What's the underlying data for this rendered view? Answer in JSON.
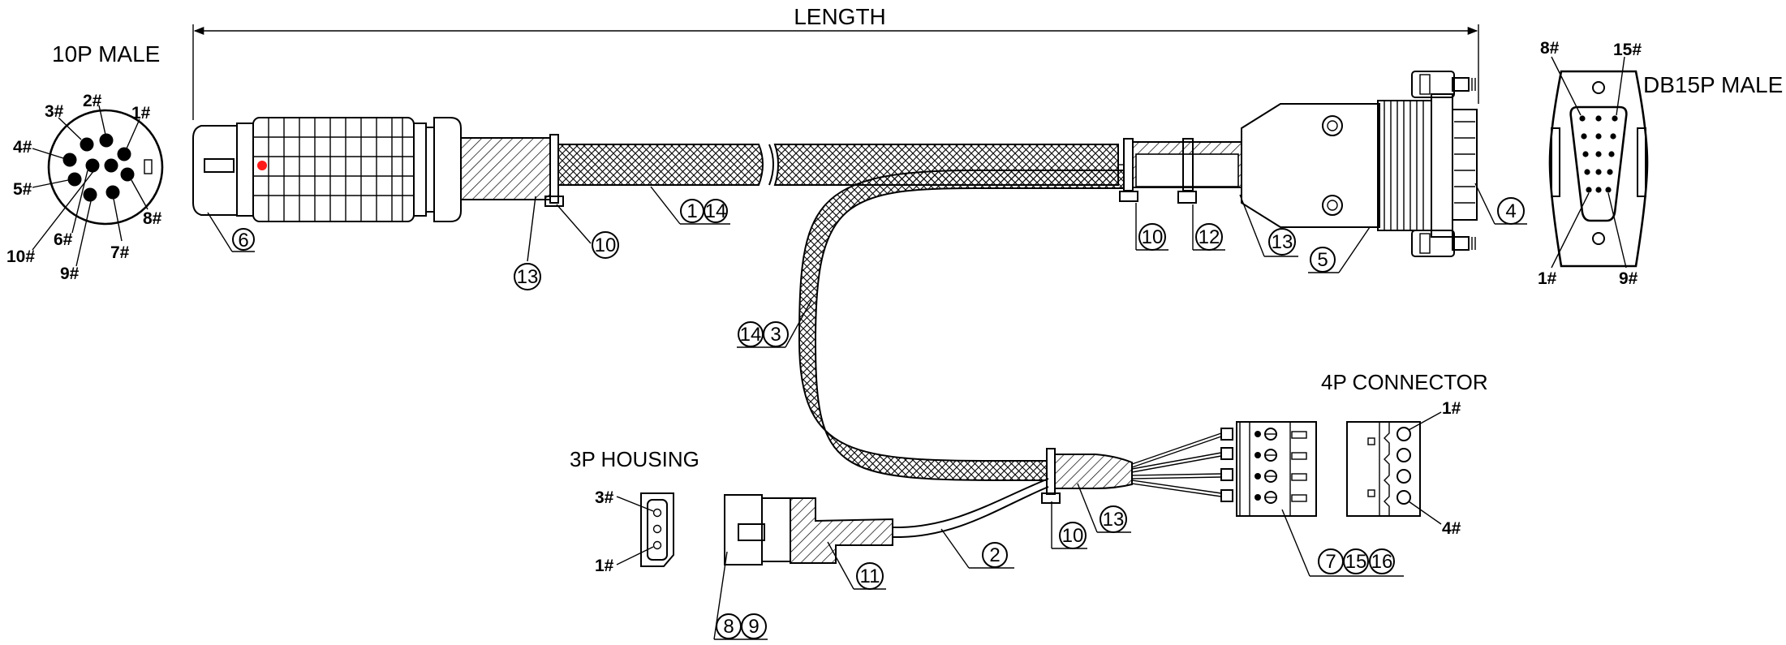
{
  "drawing": {
    "length_label": "LENGTH",
    "connectors": {
      "p10_male": {
        "title": "10P  MALE",
        "pins": [
          "1#",
          "2#",
          "3#",
          "4#",
          "5#",
          "6#",
          "7#",
          "8#",
          "9#",
          "10#"
        ]
      },
      "db15_male": {
        "title": "DB15P MALE",
        "pins": [
          "8#",
          "15#",
          "1#",
          "9#"
        ]
      },
      "p4_connector": {
        "title": "4P CONNECTOR",
        "pins": [
          "1#",
          "4#"
        ]
      },
      "p3_housing": {
        "title": "3P HOUSING",
        "pins": [
          "3#",
          "1#"
        ]
      }
    },
    "callouts": {
      "c6": [
        "6"
      ],
      "c10_left": [
        "10"
      ],
      "c1_14": [
        "1",
        "14"
      ],
      "c13_left": [
        "13"
      ],
      "c10_right": [
        "10"
      ],
      "c12": [
        "12"
      ],
      "c13_right": [
        "13"
      ],
      "c5": [
        "5"
      ],
      "c4": [
        "4"
      ],
      "c14_3": [
        "14",
        "3"
      ],
      "c2": [
        "2"
      ],
      "c11": [
        "11"
      ],
      "c8_9": [
        "8",
        "9"
      ],
      "c10_bottom": [
        "10"
      ],
      "c13_bottom": [
        "13"
      ],
      "c7_15_16": [
        "7",
        "15",
        "16"
      ]
    },
    "colors": {
      "line": "#000000",
      "key_dot": "#ff1a1a",
      "background": "#ffffff"
    }
  }
}
